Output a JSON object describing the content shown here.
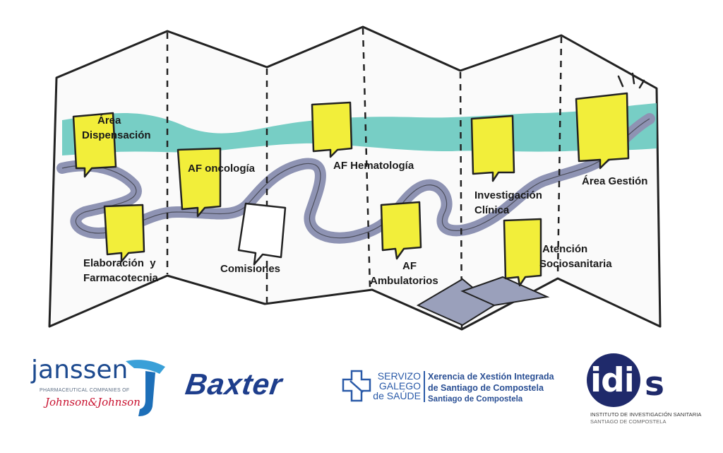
{
  "map": {
    "stops": [
      {
        "id": "area-dispensacion",
        "lines": [
          "Área",
          "Dispensación"
        ]
      },
      {
        "id": "af-oncologia",
        "lines": [
          "AF oncología"
        ]
      },
      {
        "id": "af-hematologia",
        "lines": [
          "AF Hematología"
        ]
      },
      {
        "id": "investigacion-clinica",
        "lines": [
          "Investigación",
          "Clínica"
        ]
      },
      {
        "id": "area-gestion",
        "lines": [
          "Área Gestión"
        ]
      },
      {
        "id": "elaboracion-farmacotecnia",
        "lines": [
          "Elaboración  y",
          "Farmacotecnia"
        ]
      },
      {
        "id": "comisiones",
        "lines": [
          "Comisiones"
        ]
      },
      {
        "id": "af-ambulatorios",
        "lines": [
          "AF",
          "Ambulatorios"
        ]
      },
      {
        "id": "atencion-sociosanitaria",
        "lines": [
          "Atención",
          "Sociosanitaria"
        ]
      }
    ],
    "colors": {
      "bubble": "#f2ee3a",
      "river": "#8e93b3",
      "water": "#5fc6bb",
      "outline": "#222222",
      "mountain": "#9aa0bb"
    }
  },
  "logos": {
    "janssen": {
      "name": "janssen",
      "subtitle": "PHARMACEUTICAL COMPANIES OF",
      "parent": "Johnson&Johnson",
      "color": "#1d4a8f"
    },
    "baxter": {
      "name": "Baxter",
      "color": "#1e3e8c"
    },
    "sergas": {
      "left_lines": [
        "SERVIZO",
        "GALEGO",
        "de SAÚDE"
      ],
      "right_lines": [
        "Xerencia de Xestión Integrada",
        "de Santiago de Compostela",
        "Santiago de Compostela"
      ],
      "color": "#2a5aa8"
    },
    "idis": {
      "name": "idis",
      "caption_lines": [
        "INSTITUTO DE INVESTIGACIÓN SANITARIA",
        "SANTIAGO DE COMPOSTELA"
      ],
      "color": "#1f2a6b"
    }
  }
}
